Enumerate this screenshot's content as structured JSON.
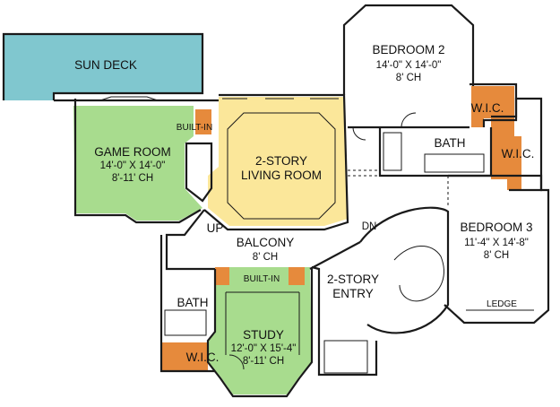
{
  "colors": {
    "sun_deck": "#80c7cf",
    "living_room": "#fbe79a",
    "game_room": "#a8dc8e",
    "study": "#a8dc8e",
    "closet": "#e68a3c",
    "wall": "#1a1a1a",
    "background": "#ffffff"
  },
  "rooms": {
    "sun_deck": {
      "name": "SUN DECK"
    },
    "bedroom2": {
      "name": "BEDROOM 2",
      "dims": "14'-0\" X 14'-0\"",
      "ceiling": "8' CH"
    },
    "game_room": {
      "name": "GAME ROOM",
      "dims": "14'-0\" X 14'-0\"",
      "ceiling": "8'-11' CH",
      "built_in": "BUILT-IN"
    },
    "living_room": {
      "name_line1": "2-STORY",
      "name_line2": "LIVING ROOM"
    },
    "bath_upper": {
      "name": "BATH"
    },
    "wic_bed2": {
      "name": "W.I.C."
    },
    "wic_bed3": {
      "name": "W.I.C."
    },
    "bedroom3": {
      "name": "BEDROOM 3",
      "dims": "11'-4\" X 14'-8\"",
      "ceiling": "8' CH"
    },
    "balcony": {
      "name": "BALCONY",
      "ceiling": "8' CH"
    },
    "up_label": "UP",
    "dn_label": "DN",
    "entry": {
      "name_line1": "2-STORY",
      "name_line2": "ENTRY"
    },
    "study": {
      "name": "STUDY",
      "dims": "12'-0\" X 15'-4\"",
      "ceiling": "8'-11' CH",
      "built_in": "BUILT-IN"
    },
    "bath_lower": {
      "name": "BATH"
    },
    "wic_study": {
      "name": "W.I.C."
    },
    "ledge": "LEDGE"
  }
}
